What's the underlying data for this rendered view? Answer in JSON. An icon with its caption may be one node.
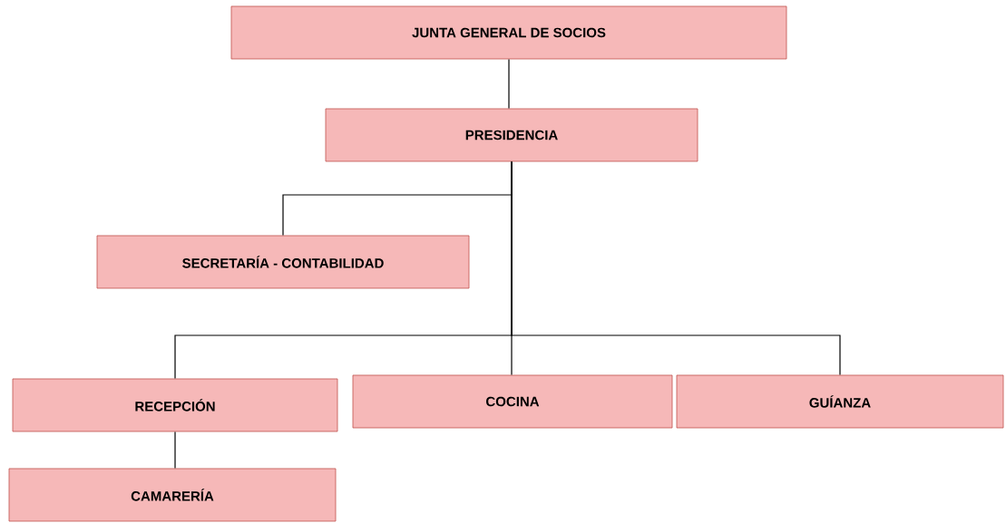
{
  "diagram": {
    "nodes": [
      {
        "text": [
          "JUNTA GENERAL DE SOCIOS"
        ]
      },
      {
        "text": [
          "PRESIDENCIA"
        ]
      },
      {
        "text": [
          "SECRETARÍA - CONTABILIDAD"
        ]
      },
      {
        "text": [
          "RECEPCIÓN"
        ]
      },
      {
        "text": [
          "COCINA"
        ]
      },
      {
        "text": [
          "GUÍANZA"
        ]
      },
      {
        "text": [
          "CAMARERÍA"
        ]
      }
    ],
    "edges": [
      {
        "from": 0,
        "to": 1,
        "arrow": "none"
      },
      {
        "from": 1,
        "to": 2,
        "arrow": "none"
      },
      {
        "from": 1,
        "to": 3,
        "arrow": "none"
      },
      {
        "from": 1,
        "to": 4,
        "arrow": "none"
      },
      {
        "from": 1,
        "to": 5,
        "arrow": "none"
      },
      {
        "from": 3,
        "to": 6,
        "arrow": "none"
      }
    ]
  }
}
